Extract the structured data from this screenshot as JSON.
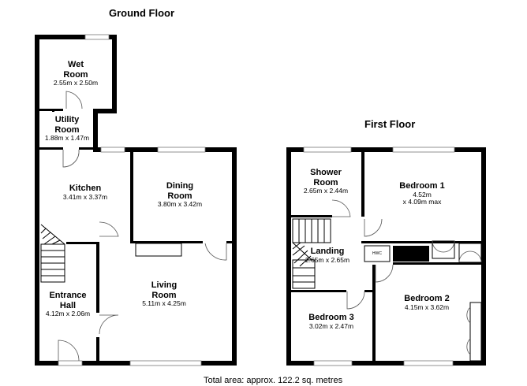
{
  "ground_floor": {
    "title": "Ground Floor",
    "rooms": [
      {
        "name": "Wet\nRoom",
        "dims": "2.55m x 2.50m"
      },
      {
        "name": "Utility\nRoom",
        "dims": "1.88m x 1.47m"
      },
      {
        "name": "Kitchen",
        "dims": "3.41m x 3.37m"
      },
      {
        "name": "Dining\nRoom",
        "dims": "3.80m x 3.42m"
      },
      {
        "name": "Living\nRoom",
        "dims": "5.11m x 4.25m"
      },
      {
        "name": "Entrance\nHall",
        "dims": "4.12m x 2.06m"
      }
    ]
  },
  "first_floor": {
    "title": "First Floor",
    "rooms": [
      {
        "name": "Shower\nRoom",
        "dims": "2.65m x 2.44m"
      },
      {
        "name": "Bedroom 1",
        "dims": "4.52m\nx 4.09m max"
      },
      {
        "name": "Landing",
        "dims": "2.65m x 2.65m"
      },
      {
        "name": "Bedroom 3",
        "dims": "3.02m x 2.47m"
      },
      {
        "name": "Bedroom 2",
        "dims": "4.15m x 3.62m"
      }
    ],
    "hwc_label": "HWC"
  },
  "total_area": "Total area: approx. 122.2 sq. metres"
}
